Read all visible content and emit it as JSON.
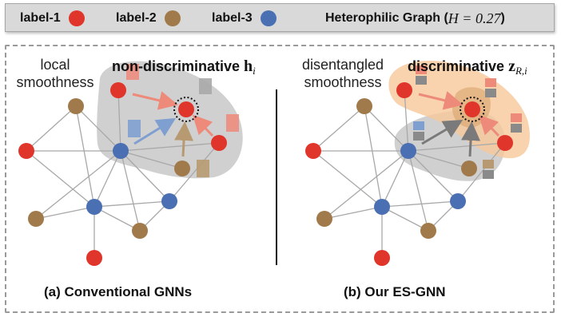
{
  "legend": {
    "items": [
      {
        "label": "label-1",
        "color": "#e0352b"
      },
      {
        "label": "label-2",
        "color": "#a07a4a"
      },
      {
        "label": "label-3",
        "color": "#4a6fb3"
      }
    ],
    "graph_title_prefix": "Heterophilic Graph (",
    "graph_title_h": "H = 0.27",
    "graph_title_suffix": ")"
  },
  "left_panel": {
    "side_text_line1": "local",
    "side_text_line2": "smoothness",
    "title_text": "non-discriminative ",
    "title_math": "h",
    "title_sub": "i",
    "caption": "(a) Conventional GNNs"
  },
  "right_panel": {
    "side_text_line1": "disentangled",
    "side_text_line2": "smoothness",
    "title_text": "discriminative ",
    "title_math": "z",
    "title_sub": "R,i",
    "caption": "(b) Our ES-GNN"
  },
  "colors": {
    "red": "#e0352b",
    "brown": "#a07a4a",
    "blue": "#4a6fb3",
    "edge": "#a8a8a8",
    "shade": "#c8c8c8",
    "orange_shade": "#f6c89a",
    "arrow_red": "#ee8a7a",
    "arrow_blue": "#7f9fd0",
    "arrow_brown": "#b89a72"
  }
}
